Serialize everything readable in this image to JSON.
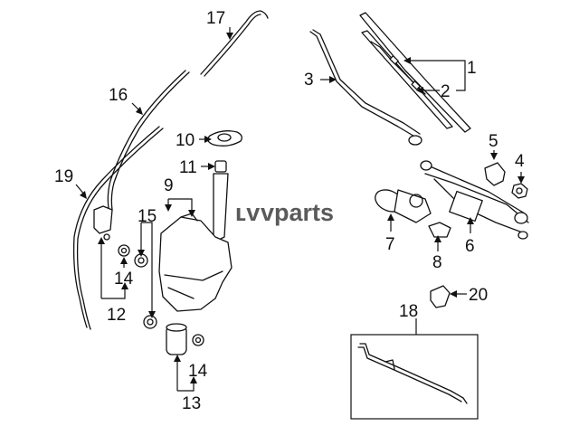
{
  "logo": {
    "prefix": "ʟv",
    "text": "vparts"
  },
  "callouts": {
    "c1": "1",
    "c2": "2",
    "c3": "3",
    "c4": "4",
    "c5": "5",
    "c6": "6",
    "c7": "7",
    "c8": "8",
    "c9": "9",
    "c10": "10",
    "c11": "11",
    "c12": "12",
    "c13": "13",
    "c14a": "14",
    "c14b": "14",
    "c15": "15",
    "c16": "16",
    "c17": "17",
    "c18": "18",
    "c19": "19",
    "c20": "20"
  },
  "colors": {
    "line": "#111111",
    "logo": "#5a5a5a",
    "background": "#ffffff"
  }
}
